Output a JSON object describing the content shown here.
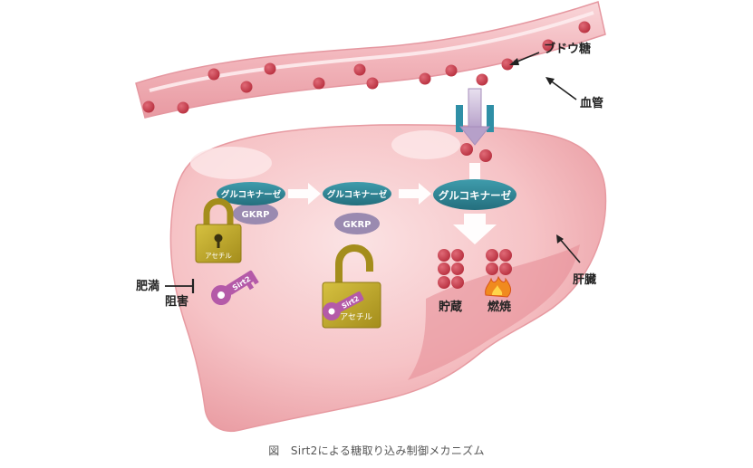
{
  "labels": {
    "glucose": "ブドウ糖",
    "blood_vessel": "血管",
    "liver": "肝臓",
    "obesity": "肥満",
    "inhibition": "阻害",
    "storage": "貯蔵",
    "combustion": "燃焼"
  },
  "enzymes": {
    "glucokinase_1": "グルコキナーゼ",
    "glucokinase_2": "グルコキナーゼ",
    "glucokinase_3": "グルコキナーゼ"
  },
  "proteins": {
    "gkrp_1": "GKRP",
    "gkrp_2": "GKRP"
  },
  "locks": {
    "lock_1_text": "アセチル",
    "lock_2_text": "アセチル"
  },
  "keys": {
    "key_1_text": "Sirt2",
    "key_2_text": "Sirt2"
  },
  "caption": {
    "figure_label": "図",
    "text": "Sirt2による糖取り込み制御メカニズム"
  },
  "colors": {
    "vessel": "#f3b9bf",
    "vessel_edge": "#e99aa3",
    "glucose_dot": "#c94352",
    "liver_fill": "#f6bfc3",
    "liver_dark": "#e88f97",
    "enzyme_teal": "#2e8596",
    "gkrp_purple": "#9a8ab0",
    "lock_gold": "#b9a227",
    "key_magenta": "#b45aa8",
    "transporter": "#2f8fa6",
    "arrow_lilac": "#b7a0c8"
  }
}
